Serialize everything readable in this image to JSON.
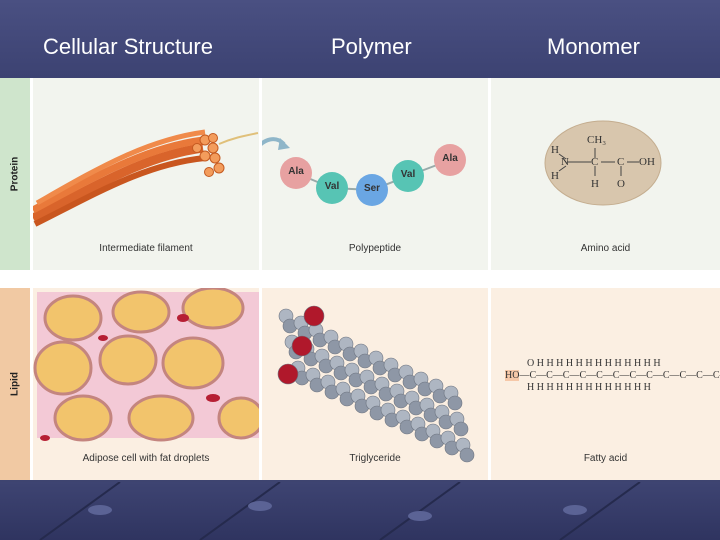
{
  "header": {
    "col1": "Cellular Structure",
    "col2": "Polymer",
    "col3": "Monomer"
  },
  "rows": [
    {
      "label": "Protein",
      "captions": [
        "Intermediate filament",
        "Polypeptide",
        "Amino acid"
      ],
      "polypeptide": [
        "Ala",
        "Val",
        "Ser",
        "Val",
        "Ala"
      ],
      "amino_acid": {
        "top": "CH₃",
        "n": "H",
        "oh": "OH",
        "bottom": "H",
        "o": "O"
      },
      "colors": {
        "tint": "#d9ead8",
        "cell": "#f2f4ee"
      }
    },
    {
      "label": "Lipid",
      "captions": [
        "Adipose cell with fat droplets",
        "Triglyceride",
        "Fatty acid"
      ],
      "fatty_acid": {
        "head": "O",
        "left": "HO",
        "h": "H",
        "c": "C"
      },
      "colors": {
        "tint": "#f3d3b4",
        "cell": "#fbefe2"
      }
    }
  ]
}
